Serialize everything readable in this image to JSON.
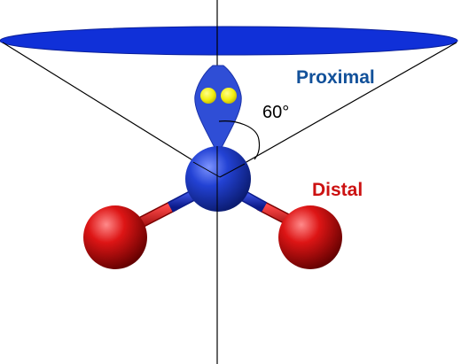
{
  "labels": {
    "proximal": "Proximal",
    "distal": "Distal",
    "angle": "60°"
  },
  "colors": {
    "proximal_text": "#12519a",
    "distal_text": "#cc1111",
    "angle_text": "#000000",
    "plane_fill": "#1030d8",
    "central_atom": "#1838c8",
    "lone_pair_lobe": "#2f4ed6",
    "electron": "#f2ee10",
    "outer_atom": "#cc1010",
    "line": "#000000"
  },
  "icons": {
    "lone_pair": "lone-pair-lobe",
    "electron": "yellow-dot"
  },
  "angle_value_deg": 60
}
